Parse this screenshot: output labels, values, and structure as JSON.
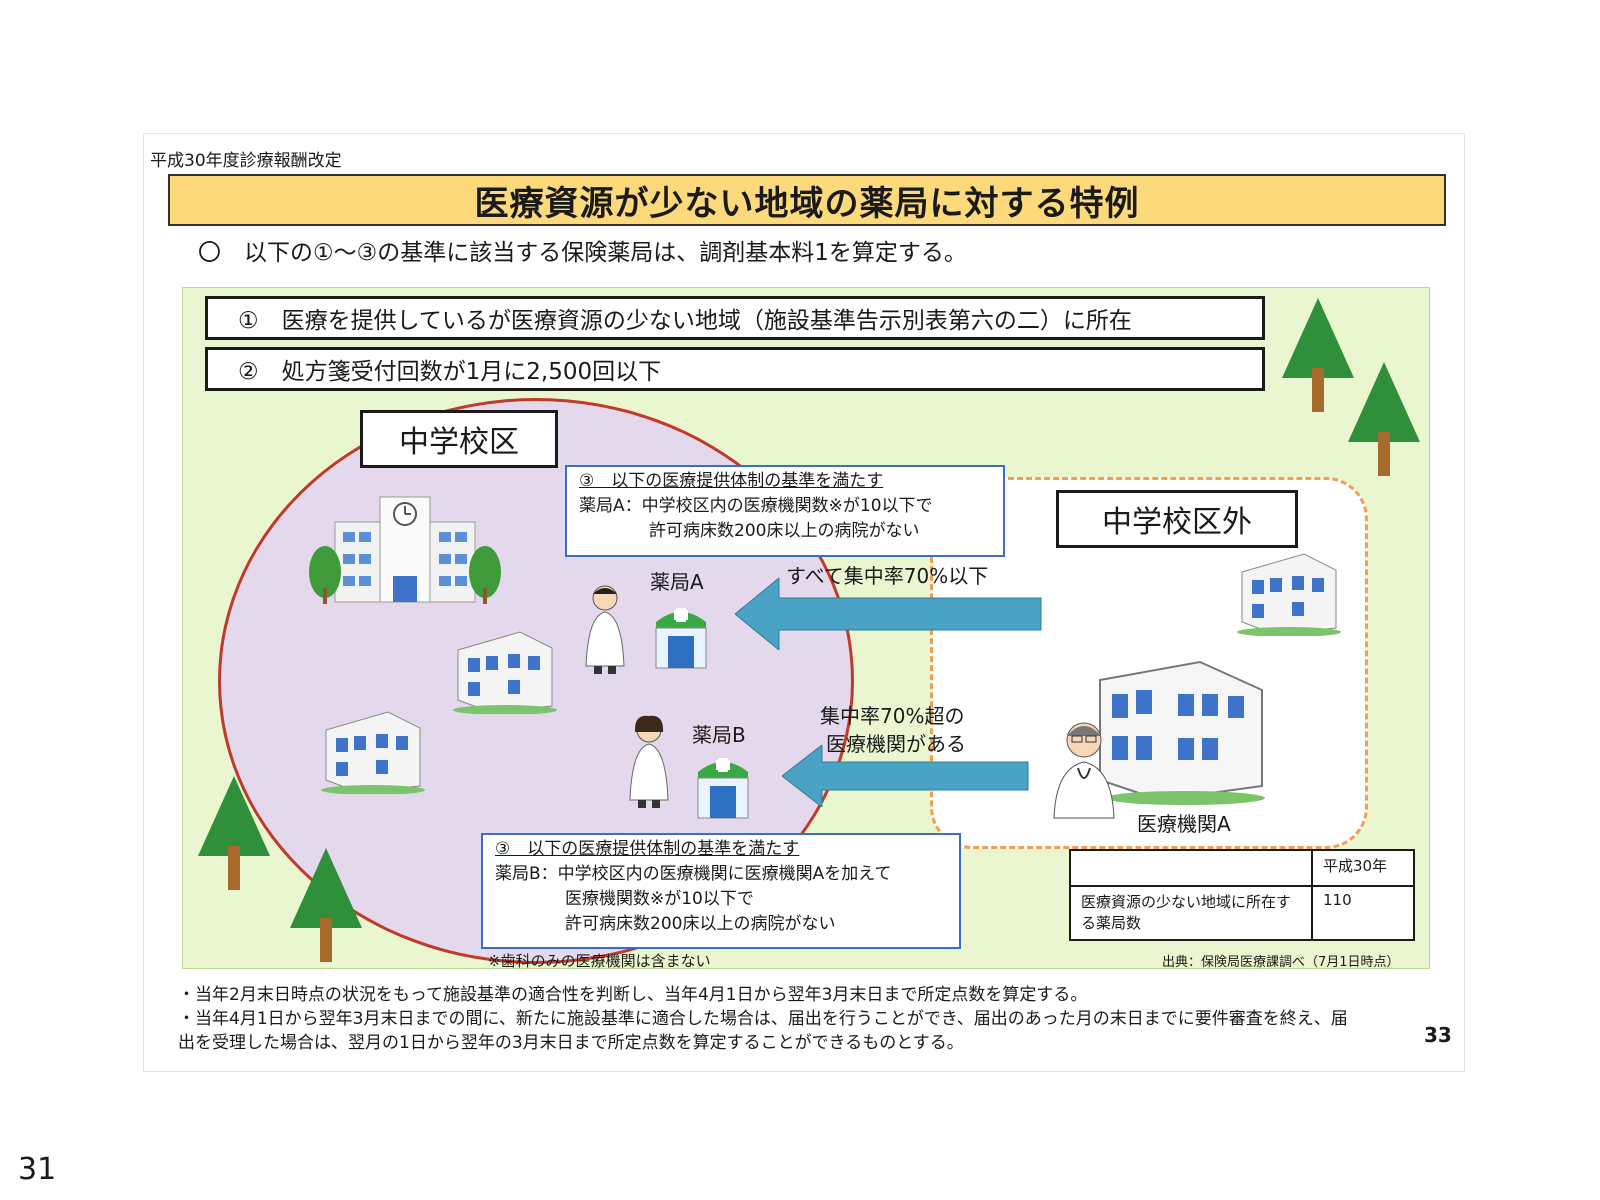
{
  "header_small": "平成30年度診療報酬改定",
  "title": "医療資源が少ない地域の薬局に対する特例",
  "lead": "〇　以下の①～③の基準に該当する保険薬局は、調剤基本料1を算定する。",
  "criteria": [
    "①　医療を提供しているが医療資源の少ない地域（施設基準告示別表第六の二）に所在",
    "②　処方箋受付回数が1月に2,500回以下"
  ],
  "zone_inside": "中学校区",
  "zone_outside": "中学校区外",
  "box_a": {
    "line1": "③　以下の医療提供体制の基準を満たす",
    "line2": "薬局A：中学校区内の医療機関数※が10以下で",
    "line3": "許可病床数200床以上の病院がない"
  },
  "box_b": {
    "line1": "③　以下の医療提供体制の基準を満たす",
    "line2": "薬局B：中学校区内の医療機関に医療機関Aを加えて",
    "line3": "医療機関数※が10以下で",
    "line4": "許可病床数200床以上の病院がない"
  },
  "pharmacy_a": "薬局A",
  "pharmacy_b": "薬局B",
  "arrow_a_label": "すべて集中率70%以下",
  "arrow_b_label1": "集中率70%超の",
  "arrow_b_label2": "医療機関がある",
  "hospital_a": "医療機関A",
  "footnote_dental": "※歯科のみの医療機関は含まない",
  "source": "出典：保険局医療課調べ（7月1日時点）",
  "stats_table": {
    "header": "平成30年",
    "row_label": "医療資源の少ない地域に所在する薬局数",
    "row_value": "110"
  },
  "bullets": [
    "・当年2月末日時点の状況をもって施設基準の適合性を判断し、当年4月1日から翌年3月末日まで所定点数を算定する。",
    "・当年4月1日から翌年3月末日までの間に、新たに施設基準に適合した場合は、届出を行うことができ、届出のあった月の末日までに要件審査を終え、届出を受理した場合は、翌月の1日から翌年の3月末日まで所定点数を算定することができるものとする。"
  ],
  "page_number": "33",
  "outer_page_number": "31",
  "colors": {
    "title_bg": "#fcd97a",
    "area_bg": "#e9f6cf",
    "circle_fill": "#e4d9ec",
    "circle_border": "#c0392b",
    "dashed_border": "#f0a050",
    "arrow": "#4aa3c4"
  }
}
